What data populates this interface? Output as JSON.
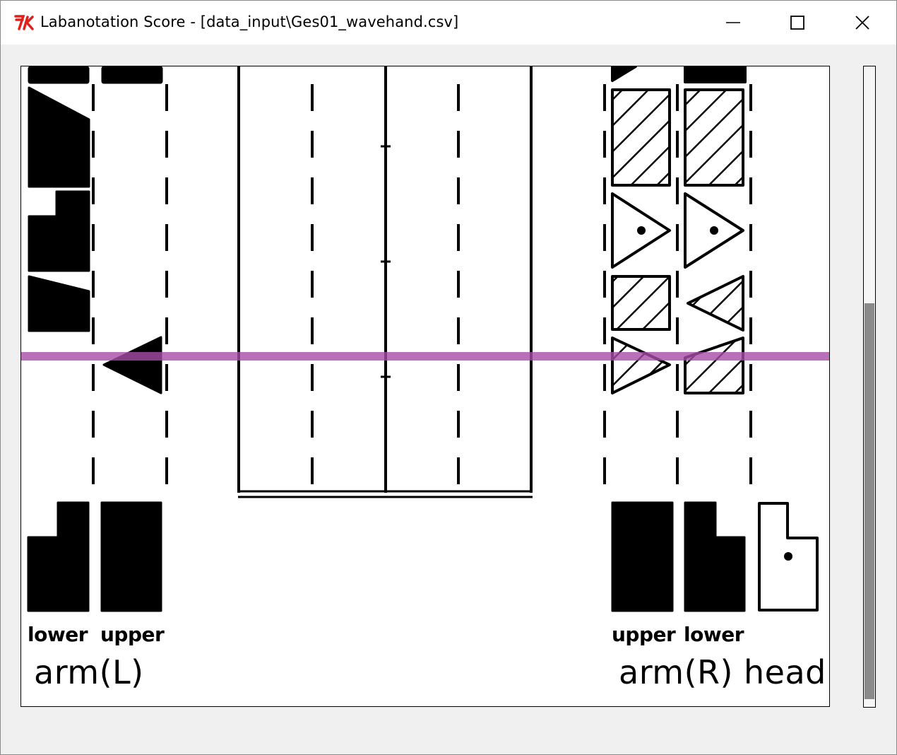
{
  "window": {
    "title": "Labanotation Score - [data_input\\Ges01_wavehand.csv]",
    "app_icon": "tk-feather-icon",
    "controls": [
      "minimize-icon",
      "maximize-icon",
      "close-icon"
    ]
  },
  "score": {
    "labels": {
      "left_lower": "lower",
      "left_upper": "upper",
      "left_part": "arm(L)",
      "right_upper": "upper",
      "right_lower": "lower",
      "right_part": "arm(R)",
      "head": "head"
    },
    "cursor_color": "#a64ca6"
  },
  "scrollbar": {
    "position": 0.37,
    "visible_fraction": 0.62
  }
}
